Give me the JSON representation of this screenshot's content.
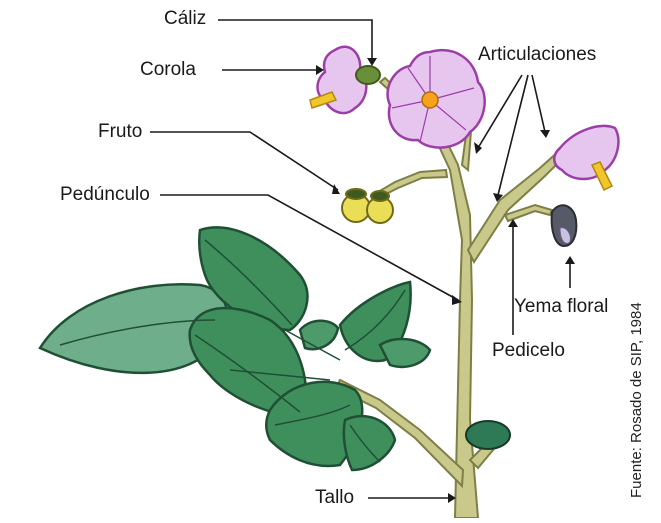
{
  "labels": {
    "caliz": "Cáliz",
    "corola": "Corola",
    "articulaciones": "Articulaciones",
    "fruto": "Fruto",
    "pedunculo": "Pedúnculo",
    "yema_floral": "Yema floral",
    "pedicelo": "Pedicelo",
    "tallo": "Tallo"
  },
  "credit": "Fuente: Rosado de SIP, 1984",
  "colors": {
    "leaf": "#3f8f5c",
    "leaf_dark": "#1f4f35",
    "stem": "#c8c98a",
    "stem_dark": "#7e7f45",
    "petal": "#e6c6ef",
    "petal_edge": "#9c3ea8",
    "anther": "#f2c62b",
    "fruit": "#e9de55",
    "bud": "#555a66"
  }
}
